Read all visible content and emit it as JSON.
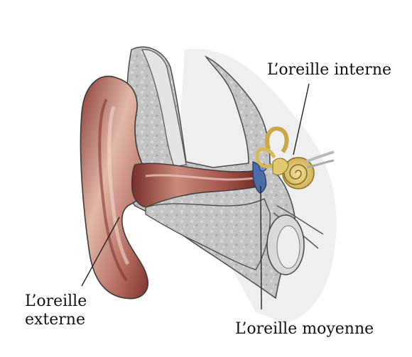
{
  "labels": {
    "inner_ear": "L’oreille interne",
    "middle_ear": "L’oreille moyenne",
    "outer_ear_line1": "L’oreille",
    "outer_ear_line2": "externe"
  },
  "colors": {
    "skin_outline": "#3a3a3a",
    "skin_dark": "#7a2e2a",
    "skin_mid": "#b86a5e",
    "skin_light": "#e8c4b4",
    "bone_gray": "#c9c9c9",
    "bone_dark": "#9a9a9a",
    "cochlea_yellow": "#e0c46a",
    "eardrum_blue": "#4b6ea8",
    "leader_line": "#222222"
  }
}
